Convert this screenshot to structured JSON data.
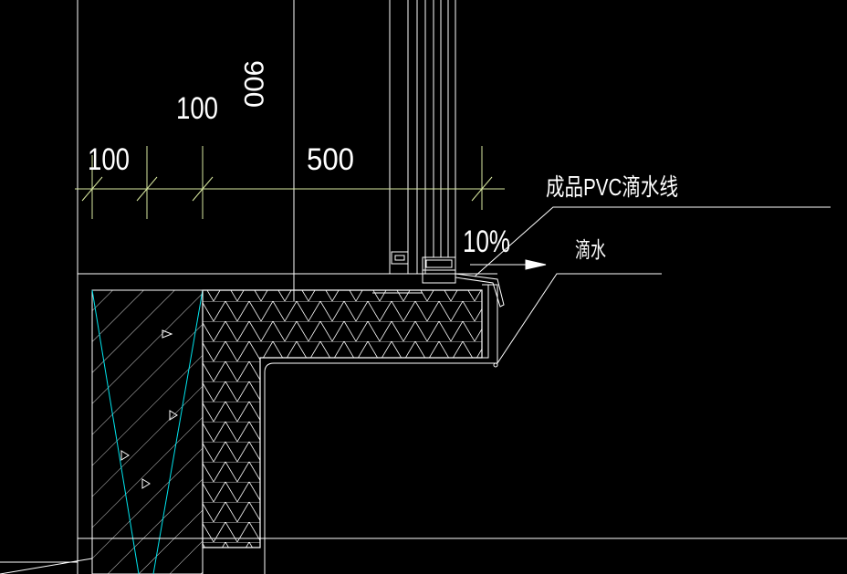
{
  "drawing": {
    "background_color": "#000000",
    "line_color": "#ffffff",
    "dimension_color": "#d8e8a0",
    "hatch_color": "#ffffff",
    "accent_color": "#00e5ee"
  },
  "dimensions": {
    "vertical_900": "900",
    "top_100": "100",
    "left_100": "100",
    "span_500": "500"
  },
  "annotations": {
    "pvc_drip_line": "成品PVC滴水线",
    "drip": "滴水",
    "slope": "10%"
  }
}
